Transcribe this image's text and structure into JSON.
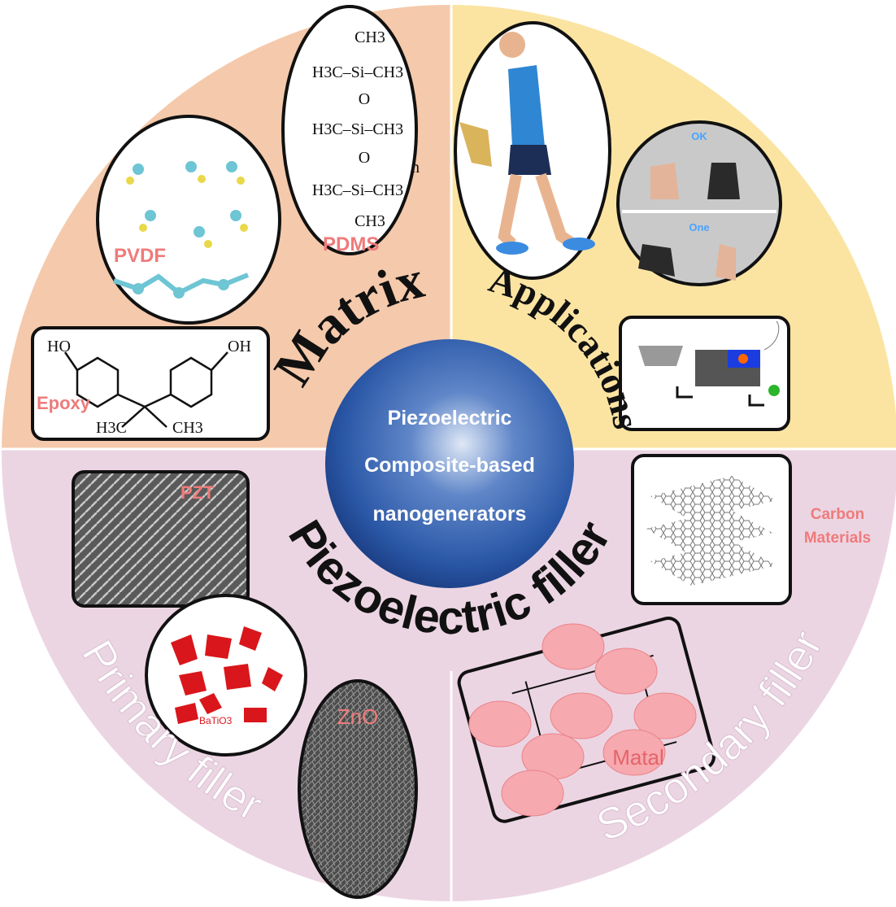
{
  "center": {
    "line1": "Piezoelectric",
    "line2": "Composite-based",
    "line3": "nanogenerators"
  },
  "sections": {
    "matrix": "Matrix",
    "applications": "Applications",
    "piezo_filler": "Piezoelectric filler",
    "primary_filler": "Primary filler",
    "secondary_filler": "Secondary filler"
  },
  "matrix_items": {
    "pvdf": "PVDF",
    "pdms": "PDMS",
    "epoxy": "Epoxy",
    "pdms_formula": [
      "CH3",
      "H3C–Si–CH3",
      "O",
      "H3C–Si–CH3",
      "O",
      "H3C–Si–CH3",
      "CH3",
      "n"
    ],
    "epoxy_formula": {
      "ho": "HO",
      "oh": "OH",
      "h3c": "H3C",
      "ch3": "CH3"
    }
  },
  "applications_items": {
    "gesture_ok": "OK",
    "gesture_one": "One"
  },
  "primary_items": {
    "pzt": "PZT",
    "batio3": "BaTiO3",
    "zno": "ZnO"
  },
  "secondary_items": {
    "carbon_line1": "Carbon",
    "carbon_line2": "Materials",
    "metal": "Matal"
  },
  "colors": {
    "matrix_bg": "#f5c9ab",
    "applications_bg": "#fbe4a2",
    "filler_bg": "#ecd5e3",
    "center_sphere": "#2d5aa8",
    "label_pink": "#ee7b7b"
  }
}
